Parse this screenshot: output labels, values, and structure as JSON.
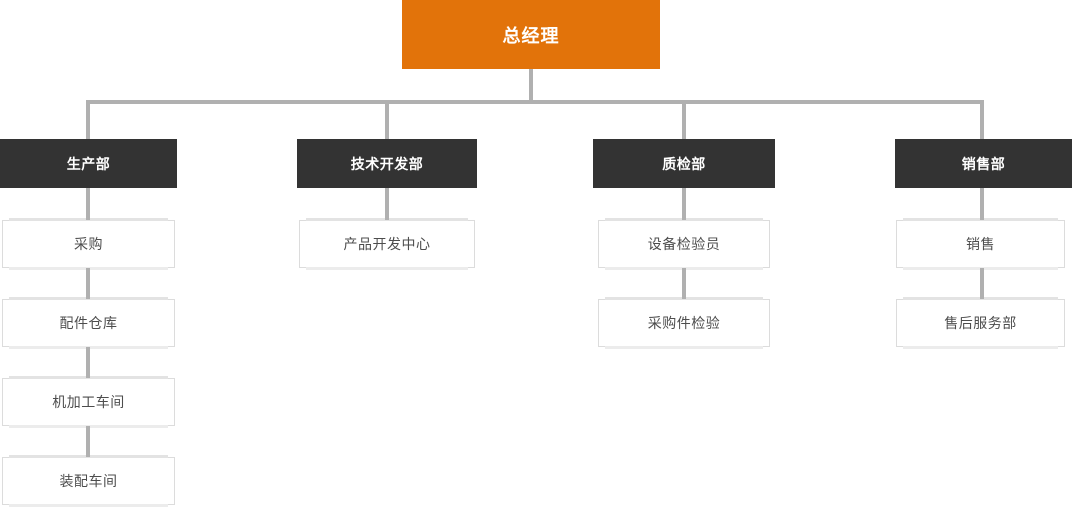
{
  "palette": {
    "root_orange": "#e2730a",
    "dept_dark": "#333333",
    "leaf_border": "#dcdcdc",
    "leaf_text": "#4d4d4d",
    "connector_gray": "#b0b0b0",
    "background": "#ffffff"
  },
  "org": {
    "root": {
      "label": "总经理"
    },
    "departments": [
      {
        "label": "生产部",
        "children": [
          {
            "label": "采购"
          },
          {
            "label": "配件仓库"
          },
          {
            "label": "机加工车间"
          },
          {
            "label": "装配车间"
          }
        ]
      },
      {
        "label": "技术开发部",
        "children": [
          {
            "label": "产品开发中心"
          }
        ]
      },
      {
        "label": "质检部",
        "children": [
          {
            "label": "设备检验员"
          },
          {
            "label": "采购件检验"
          }
        ]
      },
      {
        "label": "销售部",
        "children": [
          {
            "label": "销售"
          },
          {
            "label": "售后服务部"
          }
        ]
      }
    ]
  }
}
